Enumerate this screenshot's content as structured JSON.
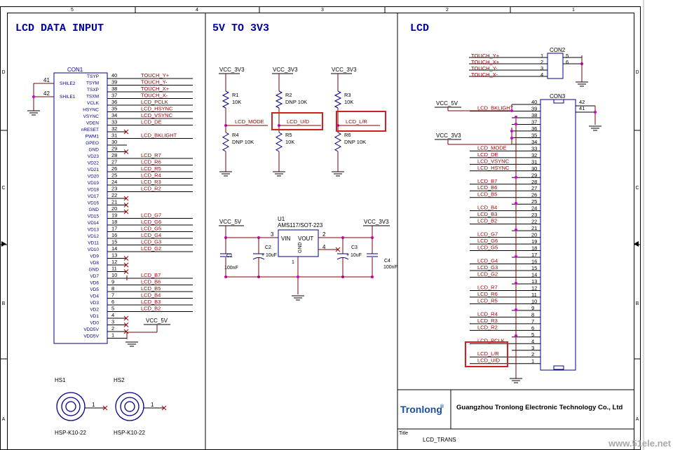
{
  "frame": {
    "columns": [
      "5",
      "4",
      "3",
      "2",
      "1"
    ],
    "rows": [
      "D",
      "C",
      "B",
      "A"
    ]
  },
  "sections": {
    "lcd_data_input": "LCD DATA INPUT",
    "power": "5V TO 3V3",
    "lcd": "LCD"
  },
  "con1": {
    "ref": "CON1",
    "shield_pins": [
      {
        "num": "41",
        "name": "SHILE2"
      },
      {
        "num": "42",
        "name": "SHILE1"
      }
    ],
    "pins": [
      {
        "name": "TSYP",
        "num": "40",
        "net": "TOUCH_Y+"
      },
      {
        "name": "TSYM",
        "num": "39",
        "net": "TOUCH_Y-"
      },
      {
        "name": "TSXP",
        "num": "38",
        "net": "TOUCH_X+"
      },
      {
        "name": "TSXM",
        "num": "37",
        "net": "TOUCH_X-"
      },
      {
        "name": "VCLK",
        "num": "36",
        "net": "LCD_PCLK"
      },
      {
        "name": "HSYNC",
        "num": "35",
        "net": "LCD_HSYNC"
      },
      {
        "name": "VSYNC",
        "num": "34",
        "net": "LCD_VSYNC"
      },
      {
        "name": "VDEN",
        "num": "33",
        "net": "LCD_DE"
      },
      {
        "name": "nRESET",
        "num": "32",
        "net": "",
        "nc": true
      },
      {
        "name": "PWM1",
        "num": "31",
        "net": "LCD_BKLIGHT"
      },
      {
        "name": "GPEO",
        "num": "30",
        "net": ""
      },
      {
        "name": "GND",
        "num": "29",
        "net": "",
        "nc": true
      },
      {
        "name": "VD23",
        "num": "28",
        "net": "LCD_R7"
      },
      {
        "name": "VD22",
        "num": "27",
        "net": "LCD_R6"
      },
      {
        "name": "VD21",
        "num": "26",
        "net": "LCD_R5"
      },
      {
        "name": "VD20",
        "num": "25",
        "net": "LCD_R4"
      },
      {
        "name": "VD19",
        "num": "24",
        "net": "LCD_R3"
      },
      {
        "name": "VD18",
        "num": "23",
        "net": "LCD_R2"
      },
      {
        "name": "VD17",
        "num": "22",
        "net": "",
        "nc": true
      },
      {
        "name": "VD16",
        "num": "21",
        "net": "",
        "nc": true
      },
      {
        "name": "GND",
        "num": "20",
        "net": "",
        "nc": true
      },
      {
        "name": "VD15",
        "num": "19",
        "net": "LCD_G7"
      },
      {
        "name": "VD14",
        "num": "18",
        "net": "LCD_G6"
      },
      {
        "name": "VD13",
        "num": "17",
        "net": "LCD_G5"
      },
      {
        "name": "VD12",
        "num": "16",
        "net": "LCD_G4"
      },
      {
        "name": "VD11",
        "num": "15",
        "net": "LCD_G3"
      },
      {
        "name": "VD10",
        "num": "14",
        "net": "LCD_G2"
      },
      {
        "name": "VD9",
        "num": "13",
        "net": "",
        "nc": true
      },
      {
        "name": "VD8",
        "num": "12",
        "net": "",
        "nc": true
      },
      {
        "name": "GND",
        "num": "11",
        "net": "",
        "nc": true
      },
      {
        "name": "VD7",
        "num": "10",
        "net": "LCD_B7"
      },
      {
        "name": "VD6",
        "num": "9",
        "net": "LCD_B6"
      },
      {
        "name": "VD5",
        "num": "8",
        "net": "LCD_B5"
      },
      {
        "name": "VD4",
        "num": "7",
        "net": "LCD_B4"
      },
      {
        "name": "VD3",
        "num": "6",
        "net": "LCD_B3"
      },
      {
        "name": "VD2",
        "num": "5",
        "net": "LCD_B2"
      },
      {
        "name": "VD1",
        "num": "4",
        "net": "",
        "nc": true
      },
      {
        "name": "VD0",
        "num": "3",
        "net": "",
        "nc": true
      },
      {
        "name": "VDD5V",
        "num": "2",
        "net": "",
        "nc": true
      },
      {
        "name": "VDD5V",
        "num": "1",
        "net": ""
      }
    ],
    "vcc_label": "VCC_5V"
  },
  "heatsinks": [
    {
      "ref": "HS1",
      "part": "HSP-K10-22",
      "pin": "1"
    },
    {
      "ref": "HS2",
      "part": "HSP-K10-22",
      "pin": "1"
    }
  ],
  "dividers": {
    "rails": [
      "VCC_3V3",
      "VCC_3V3",
      "VCC_3V3"
    ],
    "top": [
      {
        "ref": "R1",
        "val": "10K"
      },
      {
        "ref": "R2",
        "val": "DNP 10K"
      },
      {
        "ref": "R3",
        "val": "10K"
      }
    ],
    "bottom": [
      {
        "ref": "R4",
        "val": "DNP 10K"
      },
      {
        "ref": "R5",
        "val": "10K"
      },
      {
        "ref": "R6",
        "val": "DNP 10K"
      }
    ],
    "nets": [
      "LCD_MODE",
      "LCD_U/D",
      "LCD_L/R"
    ]
  },
  "regulator": {
    "ref": "U1",
    "part": "AMS117/SOT-223",
    "vin": "VIN",
    "vout": "VOUT",
    "gnd": "GND",
    "pin_vin": "3",
    "pin_vout": "2",
    "pin_tab": "4",
    "pin_gnd": "1",
    "in_label": "VCC_5V",
    "out_label": "VCC_3V3",
    "caps": [
      {
        "ref": "C1",
        "val": "100nF"
      },
      {
        "ref": "C2",
        "val": "10uF",
        "polarity": "+"
      },
      {
        "ref": "C3",
        "val": "10uF",
        "polarity": "+"
      },
      {
        "ref": "C4",
        "val": "100nF"
      }
    ]
  },
  "con2": {
    "ref": "CON2",
    "pins_left": [
      "1",
      "2",
      "3",
      "4"
    ],
    "pins_right": [
      "5",
      "6"
    ],
    "nets": [
      "TOUCH_Y+",
      "TOUCH_X+",
      "TOUCH_Y-",
      "TOUCH_X-"
    ]
  },
  "con3": {
    "ref": "CON3",
    "vcc5": "VCC_5V",
    "vcc33": "VCC_3V3",
    "shield_pins": [
      "42",
      "41"
    ],
    "pins": [
      {
        "num": "40",
        "net": ""
      },
      {
        "num": "39",
        "net": "LCD_BKLIGHT"
      },
      {
        "num": "38",
        "net": ""
      },
      {
        "num": "37",
        "net": ""
      },
      {
        "num": "36",
        "net": ""
      },
      {
        "num": "35",
        "net": ""
      },
      {
        "num": "34",
        "net": ""
      },
      {
        "num": "33",
        "net": "LCD_MODE"
      },
      {
        "num": "32",
        "net": "LCD_DE"
      },
      {
        "num": "31",
        "net": "LCD_VSYNC"
      },
      {
        "num": "30",
        "net": "LCD_HSYNC"
      },
      {
        "num": "29",
        "net": ""
      },
      {
        "num": "28",
        "net": "LCD_B7"
      },
      {
        "num": "27",
        "net": "LCD_B6"
      },
      {
        "num": "26",
        "net": "LCD_B5"
      },
      {
        "num": "25",
        "net": ""
      },
      {
        "num": "24",
        "net": "LCD_B4"
      },
      {
        "num": "23",
        "net": "LCD_B3"
      },
      {
        "num": "22",
        "net": "LCD_B2"
      },
      {
        "num": "21",
        "net": ""
      },
      {
        "num": "20",
        "net": "LCD_G7"
      },
      {
        "num": "19",
        "net": "LCD_G6"
      },
      {
        "num": "18",
        "net": "LCD_G5"
      },
      {
        "num": "17",
        "net": ""
      },
      {
        "num": "16",
        "net": "LCD_G4"
      },
      {
        "num": "15",
        "net": "LCD_G3"
      },
      {
        "num": "14",
        "net": "LCD_G2"
      },
      {
        "num": "13",
        "net": ""
      },
      {
        "num": "12",
        "net": "LCD_R7"
      },
      {
        "num": "11",
        "net": "LCD_R6"
      },
      {
        "num": "10",
        "net": "LCD_R5"
      },
      {
        "num": "9",
        "net": ""
      },
      {
        "num": "8",
        "net": "LCD_R4"
      },
      {
        "num": "7",
        "net": "LCD_R3"
      },
      {
        "num": "6",
        "net": "LCD_R2"
      },
      {
        "num": "5",
        "net": ""
      },
      {
        "num": "4",
        "net": "LCD_PCLK"
      },
      {
        "num": "3",
        "net": ""
      },
      {
        "num": "2",
        "net": "LCD_L/R"
      },
      {
        "num": "1",
        "net": "LCD_U/D"
      }
    ]
  },
  "title_block": {
    "logo": "Tronlong",
    "logo_mark": "®",
    "company": "Guangzhou Tronlong Electronic Technology Co., Ltd",
    "title_label": "Title",
    "title": "LCD_TRANS"
  },
  "watermark": "www.51ele.net",
  "colors": {
    "net": "#a00000",
    "wire": "#7a0000",
    "heading": "#0000a0",
    "line": "#000000",
    "junction": "#d000d0",
    "highlight": "#d02020",
    "text": "#00008b"
  }
}
